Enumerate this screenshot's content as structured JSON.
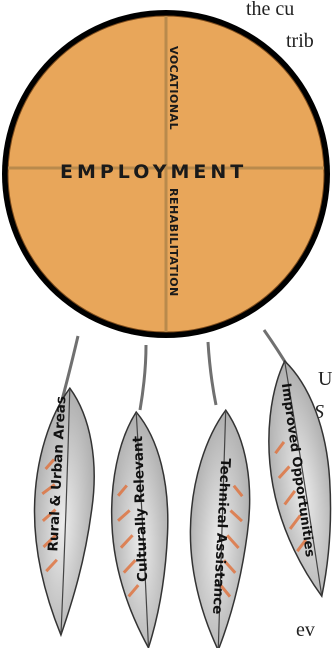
{
  "diagram": {
    "center": "EMPLOYMENT",
    "top_label": "VOCATIONAL",
    "bottom_label": "REHABILITATION",
    "feathers": [
      {
        "label": "Rural & Urban Areas"
      },
      {
        "label": "Culturally Relevant"
      },
      {
        "label": "Technical Assistance"
      },
      {
        "label": "Improved Opportunities"
      }
    ],
    "colors": {
      "circle": "#E8A65A",
      "ring": "#000000",
      "cross": "#B98A4C",
      "feather": "#B9B9B9",
      "accent": "#E0703A"
    }
  },
  "background_text": {
    "line1": "the cu",
    "line2": "trib",
    "line3": "U",
    "line4": "S",
    "line5": "ev"
  }
}
